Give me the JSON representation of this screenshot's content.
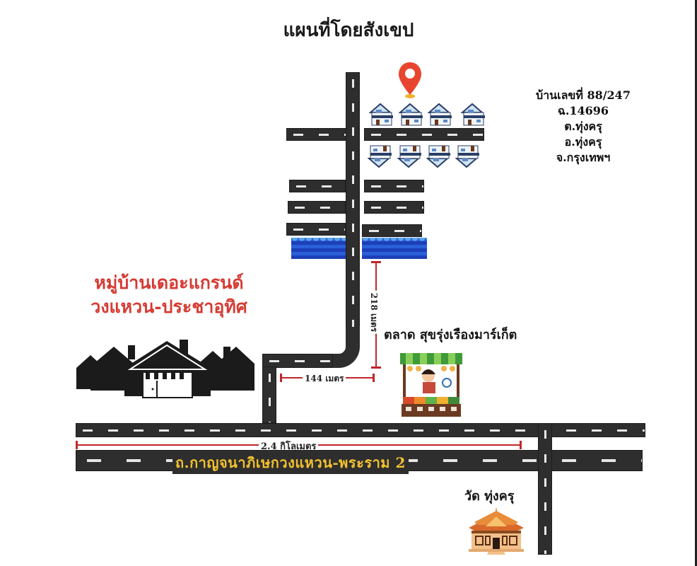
{
  "map": {
    "title": "แผนที่โดยสังเขป",
    "address": {
      "lines": [
        "บ้านเลขที่ 88/247",
        "ฉ.14696",
        "ต.ทุ่งครุ",
        "อ.ทุ่งครุ",
        "จ.กรุงเทพฯ"
      ]
    },
    "village": {
      "name_line1": "หมู่บ้านเดอะแกรนด์",
      "name_line2": "วงแหวน-ประชาอุทิศ",
      "color": "#d63a32"
    },
    "market": {
      "name": "ตลาด สุขรุ่งเรืองมาร์เก็ต"
    },
    "temple": {
      "name": "วัด ทุ่งครุ"
    },
    "distances": {
      "vertical": "218 เมตร",
      "horizontal": "144 เมตร",
      "main_road": "2.4 กิโลเมตร"
    },
    "main_road": {
      "name": "ถ.กาญจนาภิเษกวงแหวน-พระราม 2",
      "label_color": "#f2c12e"
    },
    "colors": {
      "road": "#2e2e2e",
      "lane_marking": "#e8e8e8",
      "river": "#2148c9",
      "dimension": "#c0262b",
      "pin": "#e8452f"
    },
    "icons": {
      "location_pin": "map-pin-icon",
      "houses": "house-icon",
      "village": "village-houses-icon",
      "market": "market-stall-icon",
      "temple": "temple-icon",
      "river": "river-icon"
    }
  }
}
